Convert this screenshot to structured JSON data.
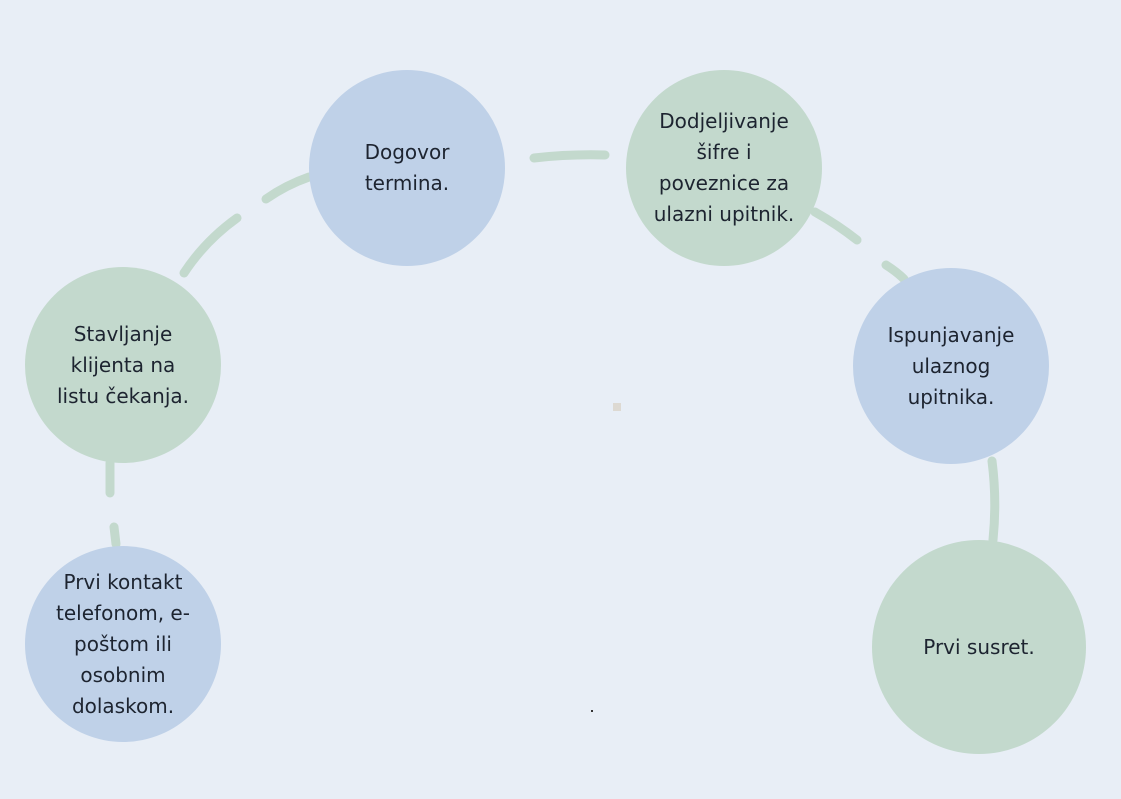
{
  "colors": {
    "background": "#e8eef6",
    "blue_node": "#bfd1e8",
    "green_node": "#c3d9cd",
    "connector": "#c3d9cd",
    "text": "#1d2430"
  },
  "steps": [
    {
      "id": "prvi-kontakt",
      "lines": [
        "Prvi kontakt",
        "telefonom, e-",
        "poštom ili",
        "osobnim",
        "dolaskom."
      ]
    },
    {
      "id": "stavljanje",
      "lines": [
        "Stavljanje",
        "klijenta na",
        "listu čekanja."
      ]
    },
    {
      "id": "dogovor",
      "lines": [
        "Dogovor",
        "termina."
      ]
    },
    {
      "id": "dodjeljivanje",
      "lines": [
        "Dodjeljivanje",
        "šifre i",
        "poveznice za",
        "ulazni upitnik."
      ]
    },
    {
      "id": "ispunjavanje",
      "lines": [
        "Ispunjavanje",
        "ulaznog",
        "upitnika."
      ]
    },
    {
      "id": "prvi-susret",
      "lines": [
        "Prvi susret."
      ]
    }
  ]
}
